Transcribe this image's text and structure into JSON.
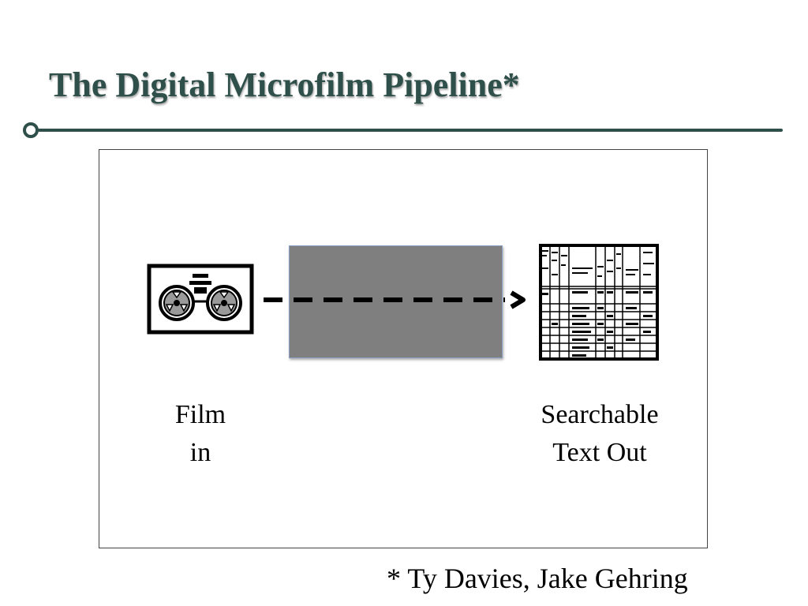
{
  "slide": {
    "title": "The Digital Microfilm Pipeline*",
    "credit": "* Ty Davies, Jake Gehring"
  },
  "diagram": {
    "input_caption": [
      "Film",
      "in"
    ],
    "output_caption": [
      "Searchable",
      "Text Out"
    ],
    "input_icon": "film-reel-icon",
    "output_icon": "census-table-icon",
    "process_box_color": "#7f7f7f"
  },
  "colors": {
    "title": "#2f4f4a",
    "rule": "#2f4f4a"
  }
}
